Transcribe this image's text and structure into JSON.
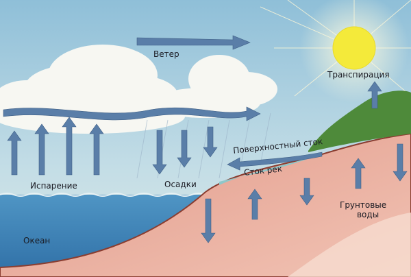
{
  "labels": {
    "wind": "Ветер",
    "transpiration": "Транспирация",
    "surface_runoff": "Поверхностный   сток",
    "river_runoff": "Сток  рек",
    "evaporation": "Испарение",
    "precipitation": "Осадки",
    "groundwater_line1": "Грунтовые",
    "groundwater_line2": "воды",
    "ocean": "Океан"
  },
  "colors": {
    "sky": "#a9cfe0",
    "ocean": "#3f86b8",
    "land": "#e6a496",
    "arrow": "#5a7ea8",
    "sun": "#f4ea3a",
    "vegetation": "#4e8a3a"
  }
}
